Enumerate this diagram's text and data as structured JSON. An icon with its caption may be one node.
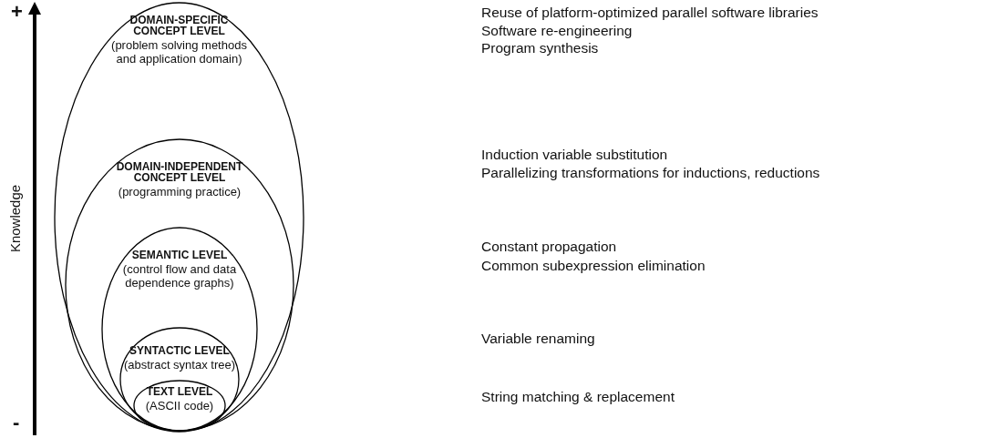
{
  "diagram": {
    "nodes": [
      {
        "text": [
          "DOMAIN-SPECIFIC CONCEPT LEVEL",
          "(problem solving methods and application domain)"
        ]
      },
      {
        "text": [
          "DOMAIN-INDEPENDENT CONCEPT LEVEL",
          "(programming practice)"
        ],
        "in": 0
      },
      {
        "text": [
          "SEMANTIC LEVEL",
          "(control flow and data dependence graphs)"
        ],
        "in": 1
      },
      {
        "text": [
          "SYNTACTIC LEVEL",
          "(abstract syntax tree)"
        ],
        "in": 2
      },
      {
        "text": [
          "TEXT LEVEL",
          "(ASCII code)"
        ],
        "in": 3
      }
    ],
    "edges": [],
    "labels": [
      "+",
      "Knowledge",
      "-",
      "Reuse of platform-optimized parallel software libraries",
      "Software re-engineering",
      "Program synthesis",
      "Induction variable substitution",
      "Parallelizing transformations for inductions, reductions",
      "Constant propagation",
      "Common subexpression elimination",
      "Variable renaming",
      "String matching & replacement"
    ]
  }
}
